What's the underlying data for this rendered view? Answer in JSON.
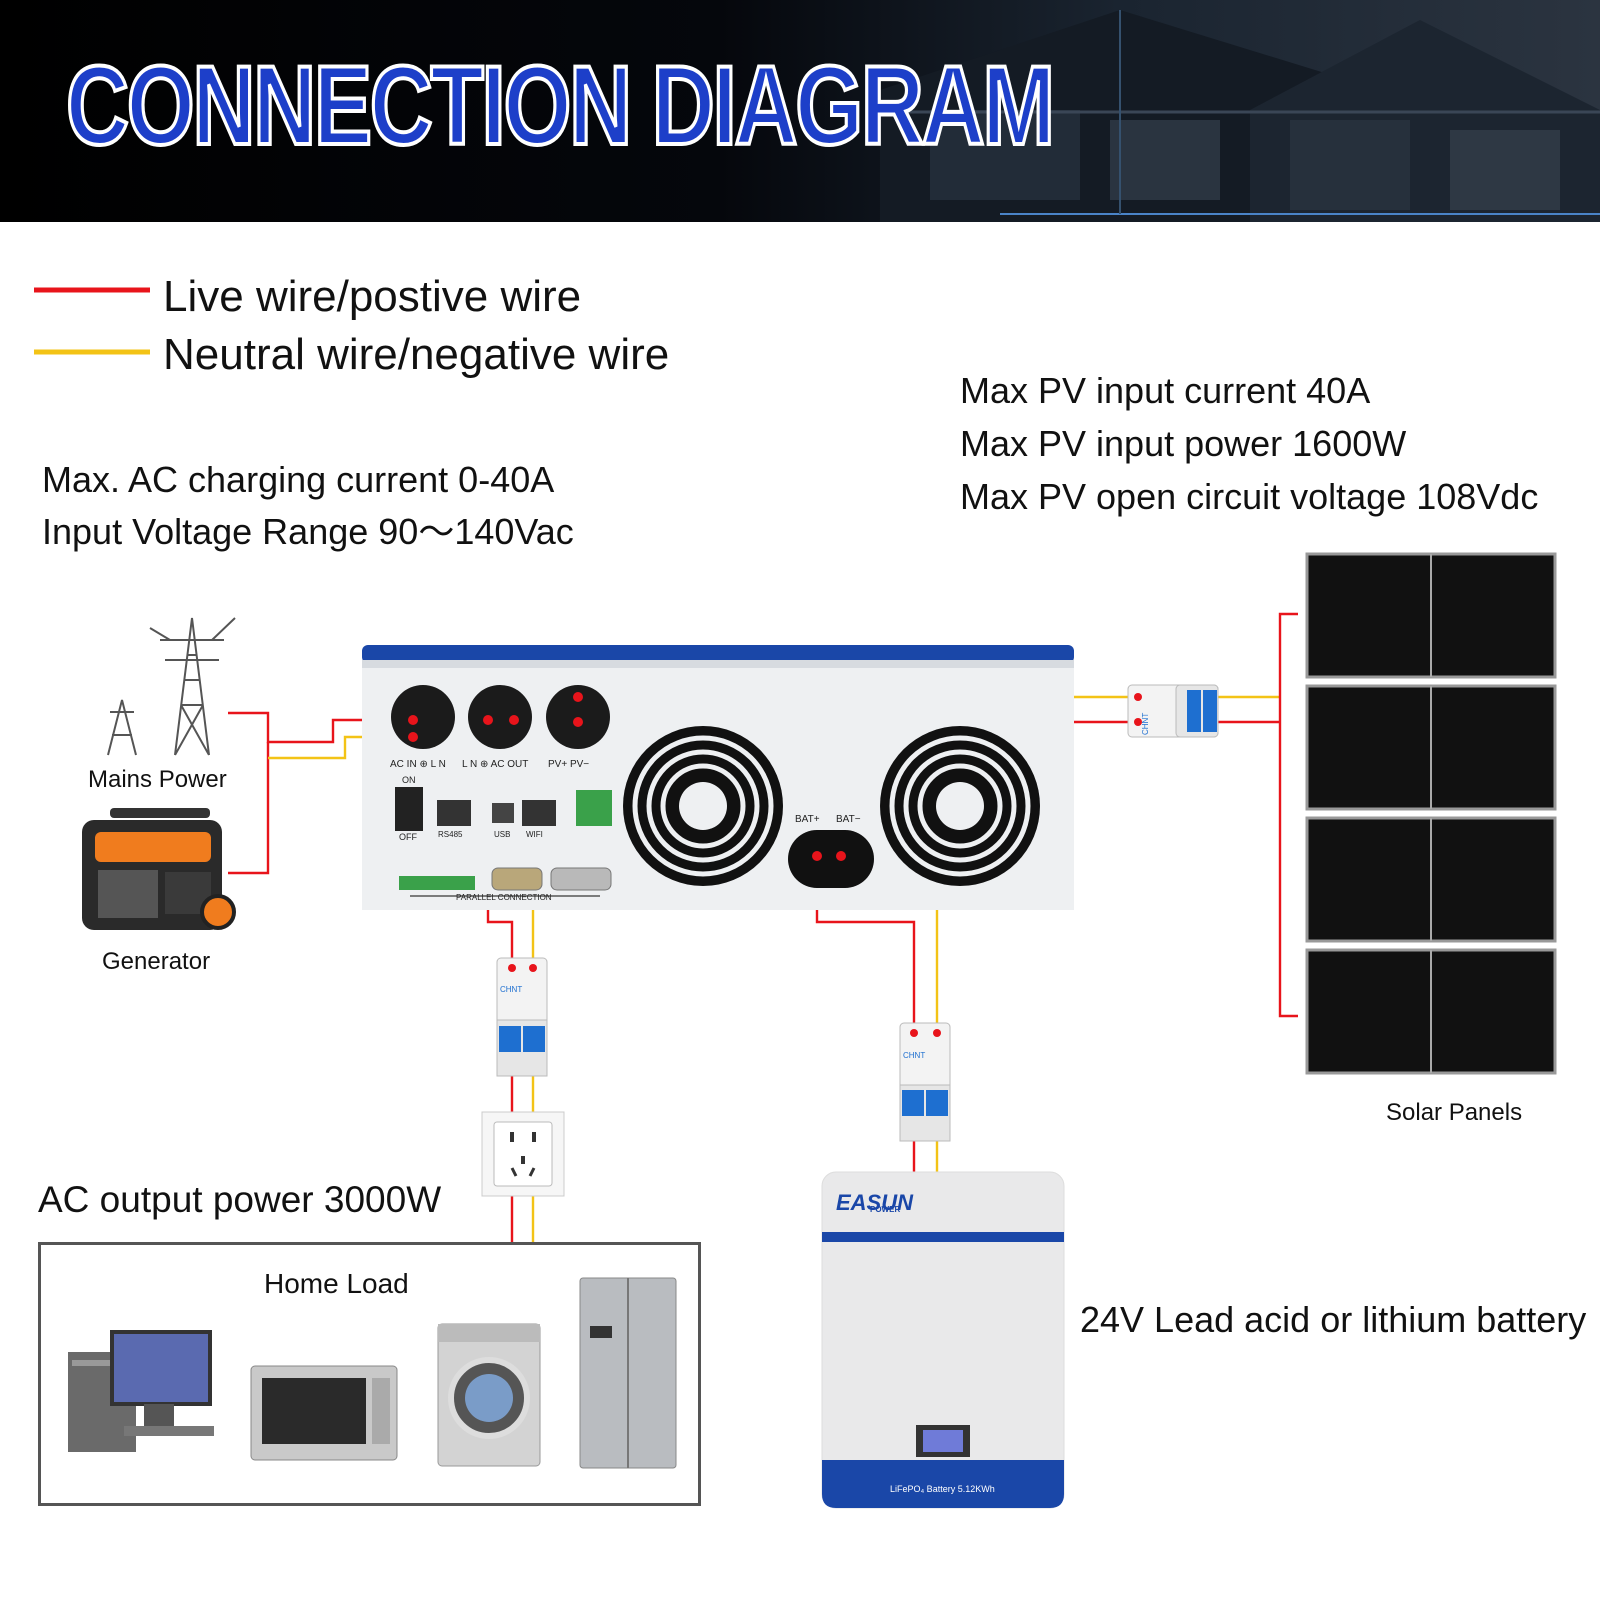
{
  "header": {
    "title": "CONNECTION DIAGRAM"
  },
  "legend": [
    {
      "label": "Live wire/postive wire",
      "color": "#e8141b"
    },
    {
      "label": "Neutral wire/negative wire",
      "color": "#f3c316"
    }
  ],
  "ac_input_specs": [
    "Max. AC charging current 0-40A",
    "Input Voltage Range 90～140Vac"
  ],
  "pv_specs": [
    "Max PV input current 40A",
    "Max PV input power 1600W",
    "Max PV open circuit voltage 108Vdc"
  ],
  "labels": {
    "mains": "Mains Power",
    "generator": "Generator",
    "solar": "Solar Panels",
    "ac_output": "AC output power 3000W",
    "home_load": "Home Load",
    "battery": "24V Lead acid or lithium battery"
  },
  "inverter": {
    "port_labels": [
      "AC IN ⊕ L N",
      "L N ⊕ AC OUT",
      "PV+ PV−"
    ],
    "on_label": "ON",
    "off_label": "OFF",
    "io_labels": [
      "RS485",
      "USB",
      "WIFI"
    ],
    "bat_labels": [
      "BAT+",
      "BAT−"
    ],
    "parallel_label": "PARALLEL CONNECTION"
  },
  "battery_unit": {
    "brand": "EASUN",
    "brand_sub": "POWER",
    "model": "LiFePO₄ Battery 5.12KWh"
  },
  "breaker_brand": "CHNT",
  "colors": {
    "live": "#e8141b",
    "neutral": "#f3c316",
    "title_blue": "#1d3fc9",
    "inverter_blue": "#1a47a8"
  }
}
